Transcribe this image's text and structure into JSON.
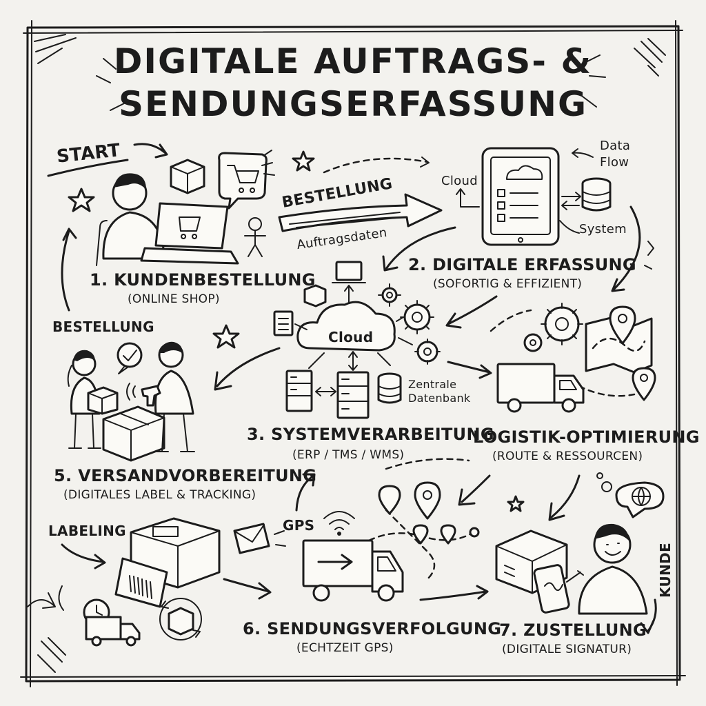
{
  "title": {
    "line1": "DIGITALE AUFTRAGS- &",
    "line2": "SENDUNGSERFASSUNG"
  },
  "start_label": "START",
  "arrow_labels": {
    "bestellung_main": "BESTELLUNG",
    "auftragsdaten": "Auftragsdaten",
    "bestellung_side": "BESTELLUNG",
    "labeling": "LABELING",
    "gps": "GPS",
    "kunde": "KUNDE"
  },
  "cloud_side": {
    "cloud_top": "Cloud",
    "data_flow": "Data Flow",
    "system": "System"
  },
  "central": {
    "cloud": "Cloud",
    "database": "Zentrale Datenbank"
  },
  "steps": [
    {
      "id": "kundenbestellung",
      "title": "1. KUNDENBESTELLUNG",
      "subtitle": "(ONLINE SHOP)"
    },
    {
      "id": "digitale-erfassung",
      "title": "2. DIGITALE ERFASSUNG",
      "subtitle": "(SOFORTIG & EFFIZIENT)"
    },
    {
      "id": "systemverarbeitung",
      "title": "3. SYSTEMVERARBEITUNG",
      "subtitle": "(ERP / TMS / WMS)"
    },
    {
      "id": "logistik-optimierung",
      "title": "LOGISTIK-OPTIMIERUNG",
      "subtitle": "(ROUTE & RESSOURCEN)"
    },
    {
      "id": "versandvorbereitung",
      "title": "5. VERSANDVORBEREITUNG",
      "subtitle": "(DIGITALES LABEL & TRACKING)"
    },
    {
      "id": "sendungsverfolgung",
      "title": "6. SENDUNGSVERFOLGUNG",
      "subtitle": "(ECHTZEIT GPS)"
    },
    {
      "id": "zustellung",
      "title": "7. ZUSTELLUNG",
      "subtitle": "(DIGITALE SIGNATUR)"
    }
  ],
  "icons": [
    "person-laptop-icon",
    "cart-icon",
    "package-icon",
    "tablet-checklist-icon",
    "database-icon",
    "cloud-icon",
    "server-icon",
    "gear-icon",
    "truck-icon",
    "map-pin-icon",
    "label-printer-icon",
    "wifi-icon",
    "envelope-icon",
    "clock-icon",
    "globe-icon",
    "phone-signature-icon",
    "star-icon"
  ],
  "colors": {
    "paper": "#f3f2ee",
    "ink": "#1c1c1c"
  }
}
